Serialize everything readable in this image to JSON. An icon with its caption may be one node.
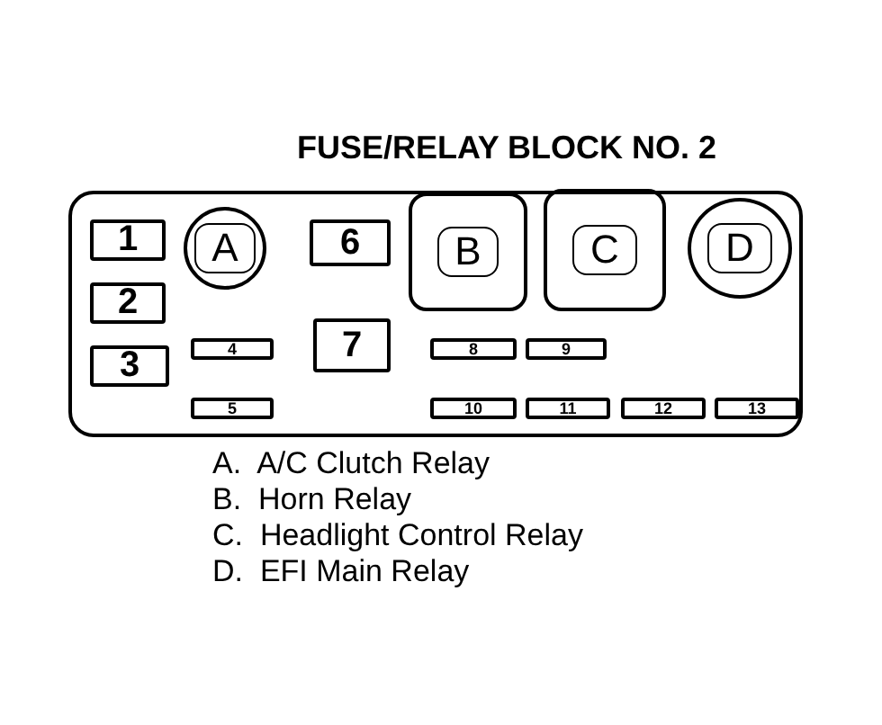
{
  "diagram": {
    "nodes": [
      {
        "text": [
          "FUSE/RELAY BLOCK NO. 2"
        ]
      },
      {
        "text": [
          "1"
        ],
        "in": 0
      },
      {
        "text": [
          "A"
        ],
        "in": 0
      },
      {
        "text": [
          "6"
        ],
        "in": 0
      },
      {
        "text": [
          "B"
        ],
        "in": 0
      },
      {
        "text": [
          "C"
        ],
        "in": 0
      },
      {
        "text": [
          "D"
        ],
        "in": 0
      },
      {
        "text": [
          "2"
        ],
        "in": 0
      },
      {
        "text": [
          "7"
        ],
        "in": 0
      },
      {
        "text": [
          "3"
        ],
        "in": 0
      },
      {
        "text": [
          "4"
        ],
        "in": 0
      },
      {
        "text": [
          "8"
        ],
        "in": 0
      },
      {
        "text": [
          "9"
        ],
        "in": 0
      },
      {
        "text": [
          "5"
        ],
        "in": 0
      },
      {
        "text": [
          "10"
        ],
        "in": 0
      },
      {
        "text": [
          "11"
        ],
        "in": 0
      },
      {
        "text": [
          "12"
        ],
        "in": 0
      },
      {
        "text": [
          "13"
        ],
        "in": 0
      }
    ],
    "labels": [
      "A.  A/C Clutch Relay",
      "B.  Horn Relay",
      "C.  Headlight Control Relay",
      "D.  EFI Main Relay"
    ]
  }
}
